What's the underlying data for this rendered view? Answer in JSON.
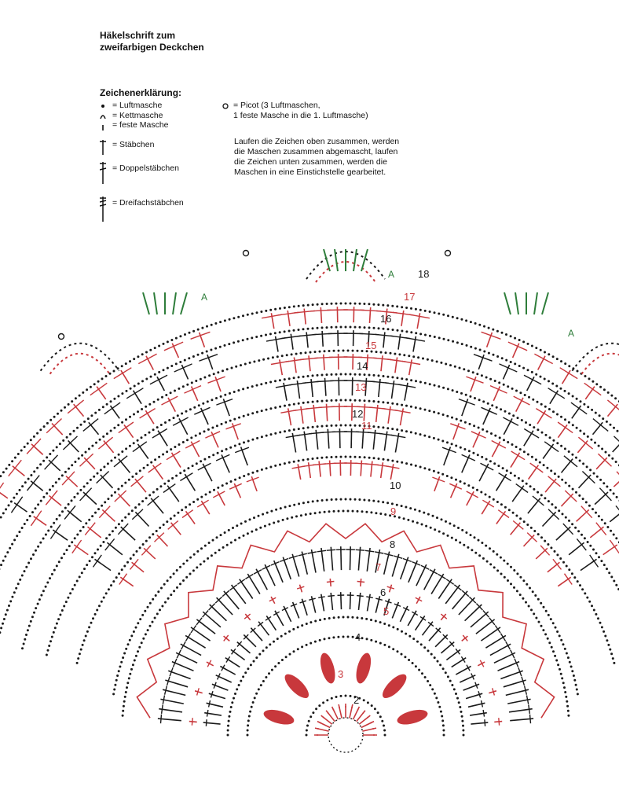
{
  "title": {
    "line1": "Häkelschrift zum",
    "line2": "zweifarbigen Deckchen"
  },
  "legend": {
    "heading": "Zeichenerklärung:",
    "items": [
      {
        "label": "= Luftmasche",
        "icon": "chain-stitch-dot"
      },
      {
        "label": "= Kettmasche",
        "icon": "slip-stitch-arc"
      },
      {
        "label": "= feste Masche",
        "icon": "single-crochet-bar"
      },
      {
        "label": "= Stäbchen",
        "icon": "double-crochet"
      },
      {
        "label": "= Doppelstäbchen",
        "icon": "treble-crochet"
      },
      {
        "label": "= Dreifachstäbchen",
        "icon": "double-treble-crochet"
      }
    ],
    "picot_line1": "= Picot (3 Luftmaschen,",
    "picot_line2": "1 feste Masche in die 1. Luftmasche)",
    "note": [
      "Laufen die Zeichen oben zusammen, werden",
      "die Maschen zusammen abgemascht, laufen",
      "die Zeichen unten zusammen, werden die",
      "Maschen in eine Einstichstelle gearbeitet."
    ]
  },
  "colors": {
    "black": "#1a1a1a",
    "red": "#c8383c",
    "green": "#2e7d3a"
  },
  "rows": [
    {
      "label": "2",
      "color": "black"
    },
    {
      "label": "3",
      "color": "red"
    },
    {
      "label": "4",
      "color": "black"
    },
    {
      "label": "5",
      "color": "red"
    },
    {
      "label": "6",
      "color": "black"
    },
    {
      "label": "7",
      "color": "red"
    },
    {
      "label": "8",
      "color": "black"
    },
    {
      "label": "9",
      "color": "red"
    },
    {
      "label": "10",
      "color": "black"
    },
    {
      "label": "11",
      "color": "red"
    },
    {
      "label": "12",
      "color": "black"
    },
    {
      "label": "13",
      "color": "red"
    },
    {
      "label": "14",
      "color": "black"
    },
    {
      "label": "15",
      "color": "red"
    },
    {
      "label": "16",
      "color": "black"
    },
    {
      "label": "17",
      "color": "red"
    },
    {
      "label": "18",
      "color": "black"
    }
  ],
  "start_marker": "A"
}
